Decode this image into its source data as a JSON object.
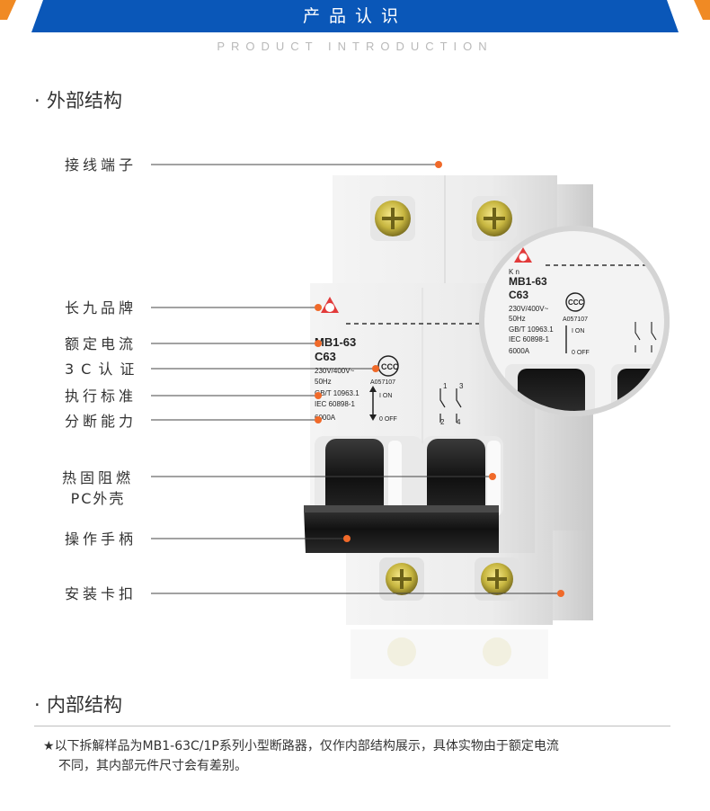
{
  "header": {
    "title": "产品认识",
    "subtitle": "PRODUCT INTRODUCTION"
  },
  "sections": {
    "external": "外部结构",
    "internal": "内部结构"
  },
  "labels": [
    {
      "id": "terminal",
      "text": "接线端子"
    },
    {
      "id": "brand",
      "text": "长九品牌"
    },
    {
      "id": "rated-current",
      "text": "额定电流"
    },
    {
      "id": "cert",
      "text": "3C认证"
    },
    {
      "id": "standard",
      "text": "执行标准"
    },
    {
      "id": "breaking",
      "text": "分断能力"
    },
    {
      "id": "shell-1",
      "text": "热固阻燃"
    },
    {
      "id": "shell-2",
      "text": "PC外壳"
    },
    {
      "id": "handle",
      "text": "操作手柄"
    },
    {
      "id": "clip",
      "text": "安装卡扣"
    }
  ],
  "device": {
    "model": "MB1-63",
    "rating": "C63",
    "voltage": "230V/400V~",
    "frequency": "50Hz",
    "cert_no": "A057107",
    "std1": "GB/T 10963.1",
    "std2": "IEC 60898-1",
    "breaking": "6000A",
    "on": "I ON",
    "off": "0 OFF",
    "brand_letters": "K n",
    "poles": [
      "1",
      "3",
      "2",
      "4"
    ]
  },
  "note": {
    "star": "★",
    "line1": "以下拆解样品为MB1-63C/1P系列小型断路器，仅作内部结构展示，具体实物由于额定电流",
    "line2": "不同，其内部元件尺寸会有差别。"
  },
  "colors": {
    "banner": "#0a57b8",
    "accent": "#f08a24",
    "callout_dot": "#f06a2a",
    "brand_red": "#e23a3a"
  }
}
